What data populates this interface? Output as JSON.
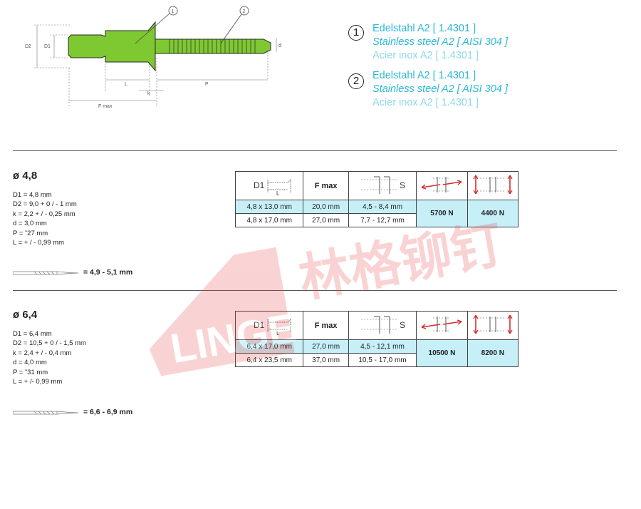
{
  "diagram": {
    "callouts": [
      "1",
      "2"
    ],
    "dims": {
      "d2": "D2",
      "d1": "D1",
      "d": "d",
      "l": "L",
      "k": "k",
      "p": "P",
      "fmax": "F max"
    },
    "colors": {
      "body": "#7ec832",
      "outline": "#2a2a2a"
    }
  },
  "materials": [
    {
      "number": "1",
      "line1": "Edelstahl A2 [ 1.4301 ]",
      "line2": "Stainless steel A2 [ AISI 304 ]",
      "line3": "Acier inox A2 [ 1.4301 ]"
    },
    {
      "number": "2",
      "line1": "Edelstahl A2 [ 1.4301 ]",
      "line2": "Stainless steel A2 [ AISI 304 ]",
      "line3": "Acier inox A2 [ 1.4301 ]"
    }
  ],
  "table_header": {
    "d1_label": "D1",
    "l_label": "L",
    "fmax_label": "F max",
    "s_label": "S"
  },
  "sections": [
    {
      "title": "ø 4,8",
      "specs": [
        "D1 = 4,8 mm",
        "D2 = 9,0 + 0 / - 1 mm",
        "k = 2,2 + / - 0,25 mm",
        "d = 3,0 mm",
        "P = ˜27 mm",
        "L = + / - 0,99 mm"
      ],
      "drill": "= 4,9 - 5,1 mm",
      "rows": [
        {
          "size": "4,8 x 13,0 mm",
          "fmax": "20,0 mm",
          "grip": "4,5 - 8,4 mm"
        },
        {
          "size": "4,8 x 17,0 mm",
          "fmax": "27,0 mm",
          "grip": "7,7 - 12,7 mm"
        }
      ],
      "shear": "5700 N",
      "tensile": "4400 N"
    },
    {
      "title": "ø 6,4",
      "specs": [
        "D1 = 6,4 mm",
        "D2 = 10,5 + 0 / - 1,5 mm",
        "k = 2,4 + / - 0,4 mm",
        "d = 4,0 mm",
        "P = ˜31 mm",
        "L = + /- 0,99 mm"
      ],
      "drill": "= 6,6 - 6,9 mm",
      "rows": [
        {
          "size": "6,4 x 17,0 mm",
          "fmax": "27,0 mm",
          "grip": "4,5 - 12,1 mm"
        },
        {
          "size": "6,4 x 23,5 mm",
          "fmax": "37,0 mm",
          "grip": "10,5 - 17,0 mm"
        }
      ],
      "shear": "10500 N",
      "tensile": "8200 N"
    }
  ],
  "watermark": {
    "brand": "LINGE",
    "chinese": "林格铆钉",
    "color": "#e83a3a"
  }
}
